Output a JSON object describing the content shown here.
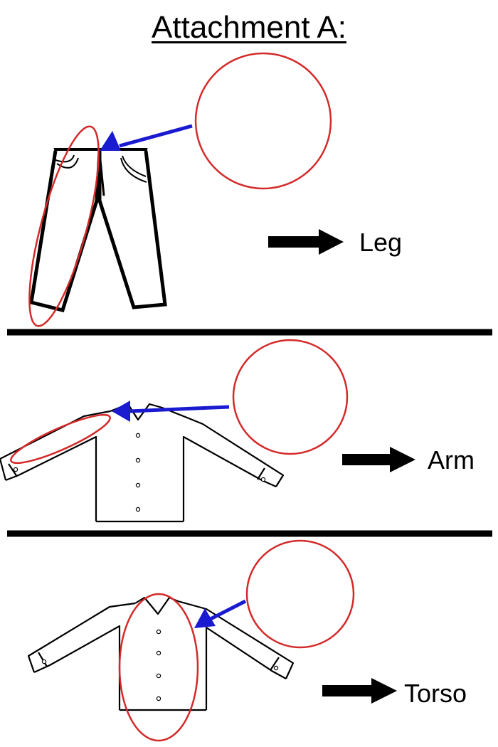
{
  "title": "Attachment A:",
  "colors": {
    "highlight": "#d42a2a",
    "pointer": "#1a1ad0",
    "ink": "#000000"
  },
  "panels": [
    {
      "garment": "pants",
      "label": "Leg"
    },
    {
      "garment": "shirt",
      "label": "Arm"
    },
    {
      "garment": "shirt",
      "label": "Torso"
    }
  ]
}
